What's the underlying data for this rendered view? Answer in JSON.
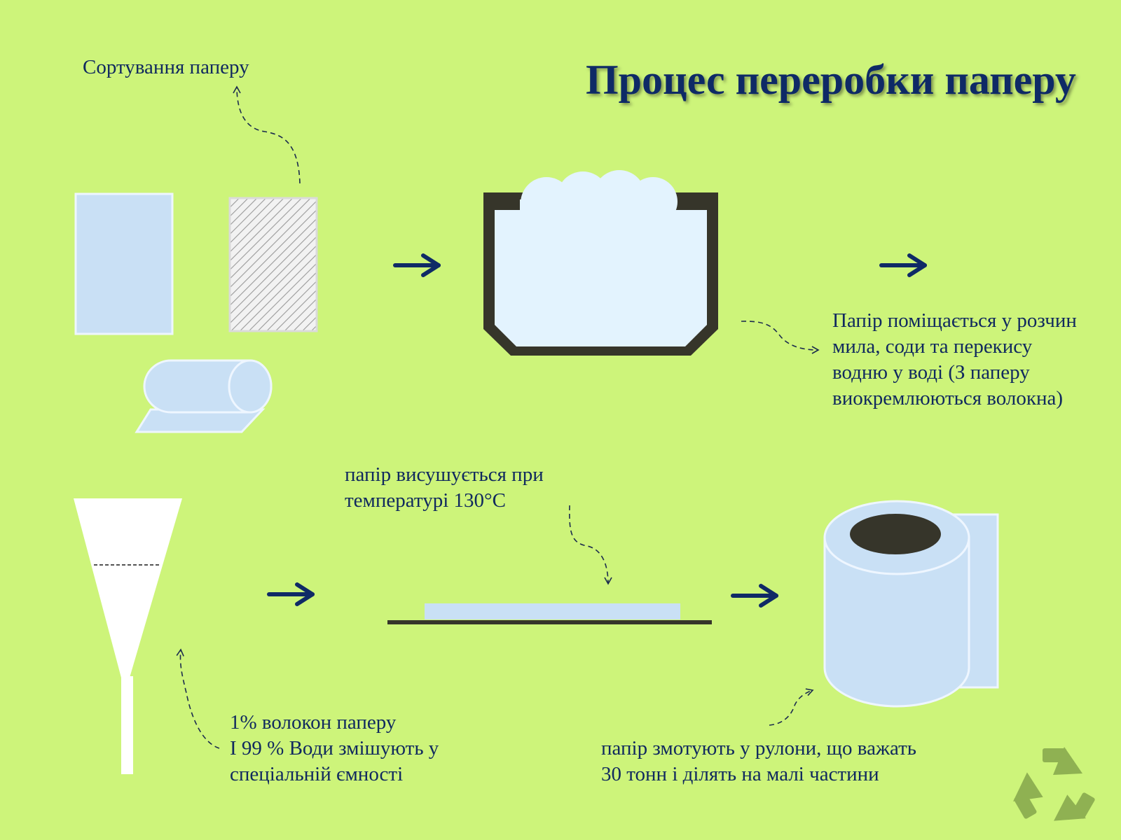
{
  "title": "Процес переробки паперу",
  "steps": {
    "sorting": {
      "label": "Сортування паперу"
    },
    "soaking": {
      "lines": [
        "Папір поміщається у розчин",
        "мила, соди та перекису",
        "водню у воді (З паперу",
        "виокремлюються волокна)"
      ]
    },
    "mixing": {
      "lines": [
        "1% волокон паперу",
        "І 99 % Води змішують у",
        "спеціальній ємності"
      ]
    },
    "drying": {
      "lines": [
        "папір висушується при",
        "температурі 130°С"
      ]
    },
    "rolling": {
      "lines": [
        "папір змотують у рулони, що важать",
        "30 тонн і ділять на малі частини"
      ]
    }
  },
  "icons": {
    "flow_arrow": "arrow-right-icon",
    "recycle": "recycle-icon"
  },
  "colors": {
    "background": "#cdf47a",
    "text": "#10295e",
    "paper_fill": "#c9e0f5",
    "outline": "#eef6ff",
    "dark": "#36352a",
    "recycle": "#8fb152"
  }
}
